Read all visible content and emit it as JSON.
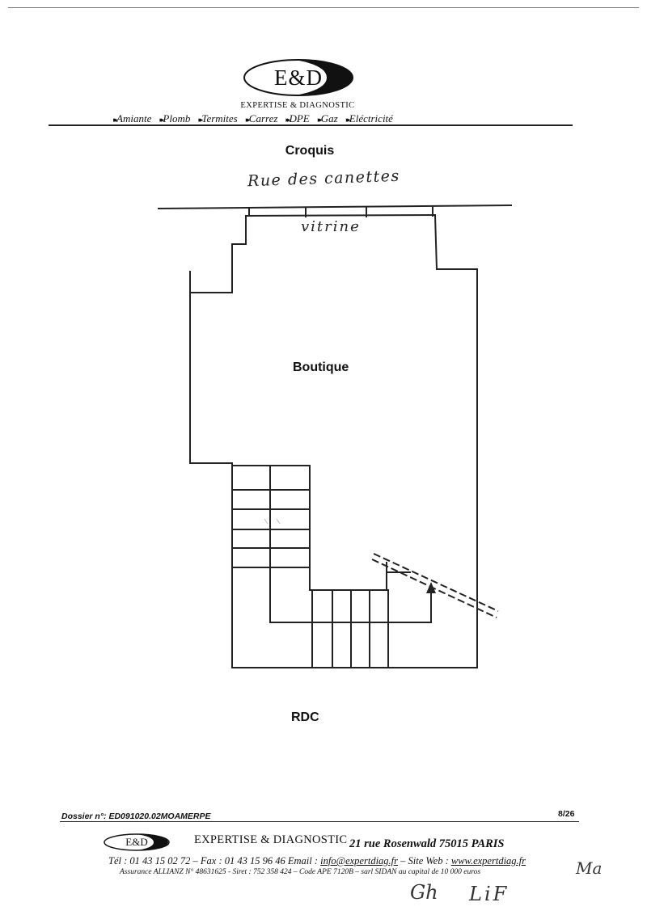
{
  "header": {
    "logo_text": "E&D",
    "company": "EXPERTISE & DIAGNOSTIC",
    "services": [
      "Amiante",
      "Plomb",
      "Termites",
      "Carrez",
      "DPE",
      "Gaz",
      "Eléctricité"
    ]
  },
  "title": "Croquis",
  "sketch": {
    "street_label": "Rue des canettes",
    "window_label": "vitrine",
    "room_label": "Boutique",
    "floor_label": "RDC"
  },
  "footer": {
    "dossier": "Dossier n°: ED091020.02MOAMERPE",
    "page": "8/26",
    "logo_text": "E&D",
    "company": "EXPERTISE & DIAGNOSTIC",
    "address": "21 rue Rosenwald 75015 PARIS",
    "contact_prefix": "Tél : 01 43 15 02 72 – Fax : 01 43 15 96 46 Email : ",
    "email": "info@expertdiag.fr",
    "web_prefix": " – Site Web : ",
    "website": "www.expertdiag.fr",
    "legal": "Assurance ALLIANZ N° 48631625 - Siret : 752 358 424 – Code APE 7120B – sarl SIDAN au capital de 10 000 euros"
  },
  "handwriting": {
    "initials_right": "Ma",
    "initials_1": "Gh",
    "initials_2": "LiF"
  }
}
